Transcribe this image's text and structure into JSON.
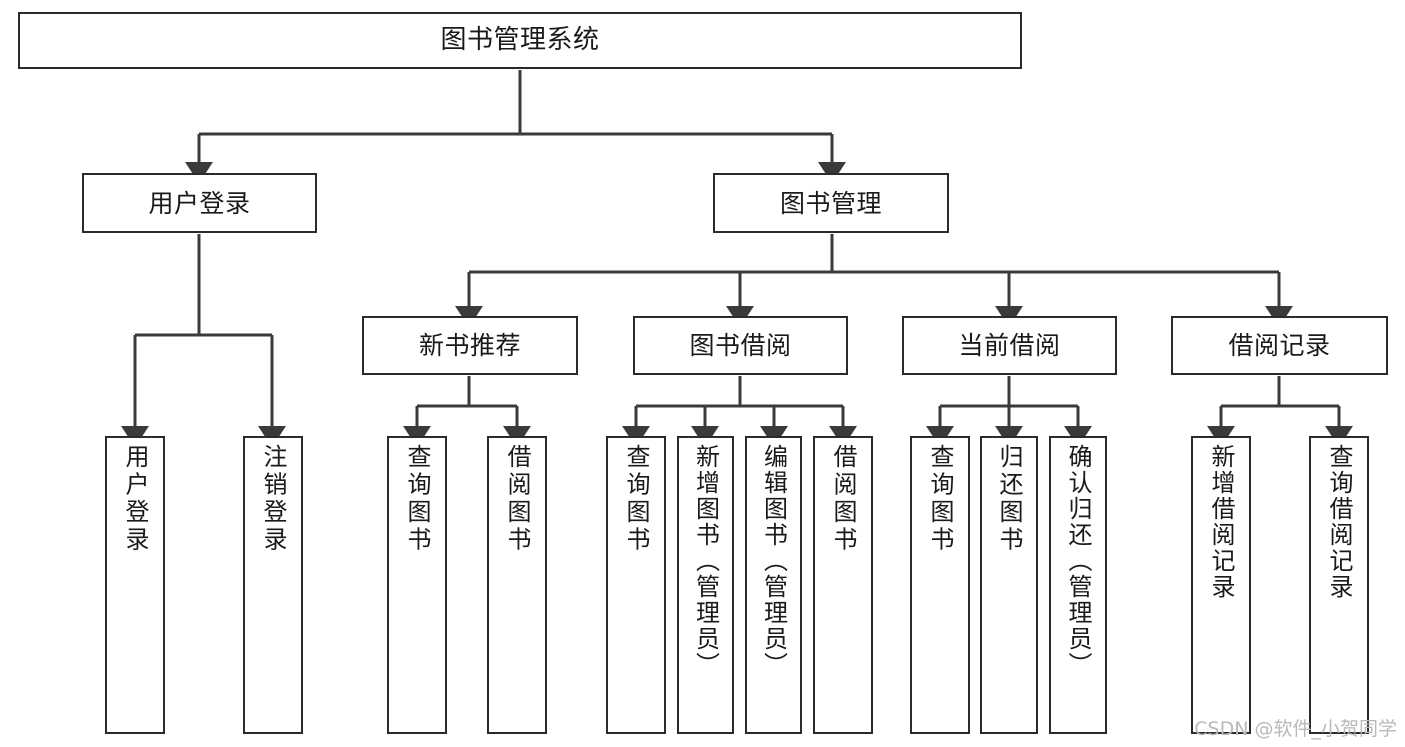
{
  "diagram": {
    "type": "hierarchy-tree",
    "title": "图书管理系统",
    "orientation": "top-down",
    "levels": 4,
    "root": {
      "id": "root",
      "label": "图书管理系统",
      "text_orientation": "horizontal"
    },
    "level2": [
      {
        "id": "user-login",
        "label": "用户登录",
        "text_orientation": "horizontal"
      },
      {
        "id": "book-management",
        "label": "图书管理",
        "text_orientation": "horizontal"
      }
    ],
    "level3": [
      {
        "id": "new-book-recommend",
        "label": "新书推荐",
        "parent": "book-management",
        "text_orientation": "horizontal"
      },
      {
        "id": "book-borrow",
        "label": "图书借阅",
        "parent": "book-management",
        "text_orientation": "horizontal"
      },
      {
        "id": "current-borrow",
        "label": "当前借阅",
        "parent": "book-management",
        "text_orientation": "horizontal"
      },
      {
        "id": "borrow-record",
        "label": "借阅记录",
        "parent": "book-management",
        "text_orientation": "horizontal"
      }
    ],
    "leaves": [
      {
        "id": "leaf-user-login",
        "label": "用户登录",
        "parent": "user-login",
        "text_orientation": "vertical"
      },
      {
        "id": "leaf-logout-login",
        "label": "注销登录",
        "parent": "user-login",
        "text_orientation": "vertical"
      },
      {
        "id": "leaf-query-book-1",
        "label": "查询图书",
        "parent": "new-book-recommend",
        "text_orientation": "vertical"
      },
      {
        "id": "leaf-borrow-book-1",
        "label": "借阅图书",
        "parent": "new-book-recommend",
        "text_orientation": "vertical"
      },
      {
        "id": "leaf-query-book-2",
        "label": "查询图书",
        "parent": "book-borrow",
        "text_orientation": "vertical"
      },
      {
        "id": "leaf-add-book",
        "label": "新增图书（管理员）",
        "parent": "book-borrow",
        "text_orientation": "vertical"
      },
      {
        "id": "leaf-edit-book",
        "label": "编辑图书（管理员）",
        "parent": "book-borrow",
        "text_orientation": "vertical"
      },
      {
        "id": "leaf-borrow-book-2",
        "label": "借阅图书",
        "parent": "book-borrow",
        "text_orientation": "vertical"
      },
      {
        "id": "leaf-query-book-3",
        "label": "查询图书",
        "parent": "current-borrow",
        "text_orientation": "vertical"
      },
      {
        "id": "leaf-return-book",
        "label": "归还图书",
        "parent": "current-borrow",
        "text_orientation": "vertical"
      },
      {
        "id": "leaf-confirm-return",
        "label": "确认归还（管理员）",
        "parent": "current-borrow",
        "text_orientation": "vertical"
      },
      {
        "id": "leaf-add-record",
        "label": "新增借阅记录",
        "parent": "borrow-record",
        "text_orientation": "vertical"
      },
      {
        "id": "leaf-query-record",
        "label": "查询借阅记录",
        "parent": "borrow-record",
        "text_orientation": "vertical"
      }
    ],
    "watermark": "CSDN @软件_小贺同学",
    "colors": {
      "box_border": "#2b2b2b",
      "box_fill": "#ffffff",
      "connector": "#3a3a3a",
      "text": "#1a1a1a",
      "background": "#ffffff",
      "watermark_text": "#b9b9b9"
    }
  }
}
